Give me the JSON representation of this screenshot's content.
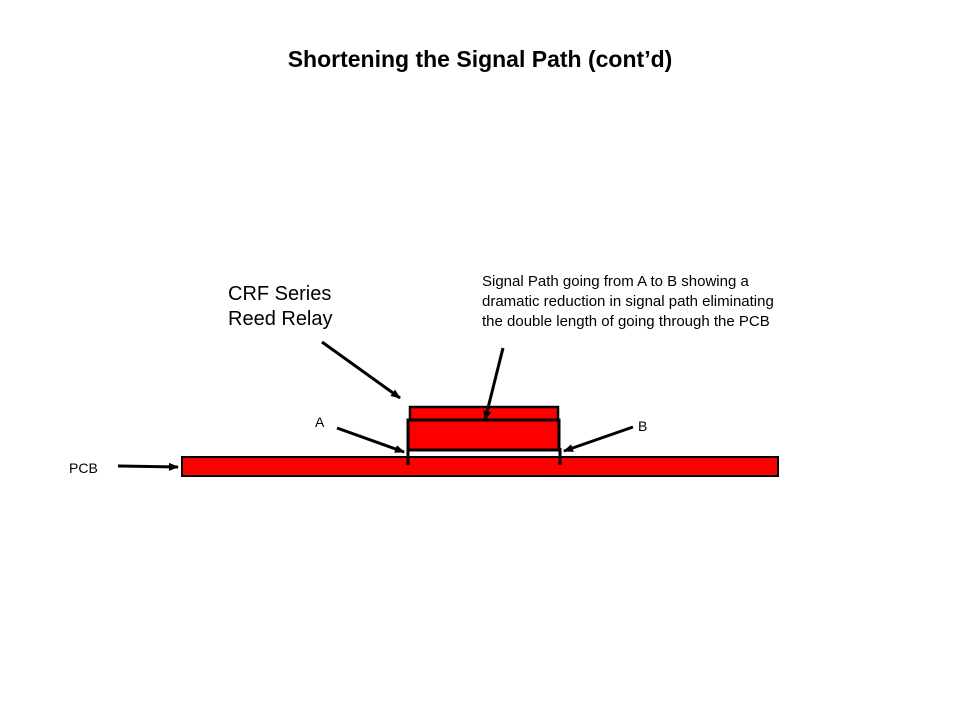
{
  "slide": {
    "title": "Shortening the Signal Path (cont’d)"
  },
  "annotations": {
    "relay_label_line1": "CRF Series",
    "relay_label_line2": "Reed Relay",
    "signal_line1": "Signal Path going from A to B showing a",
    "signal_line2": "dramatic reduction in signal path eliminating",
    "signal_line3": "the double length of going through the PCB",
    "point_a": "A",
    "point_b": "B",
    "pcb": "PCB"
  },
  "colors": {
    "component_fill": "#ff0000",
    "outline": "#000000",
    "background": "#ffffff"
  }
}
